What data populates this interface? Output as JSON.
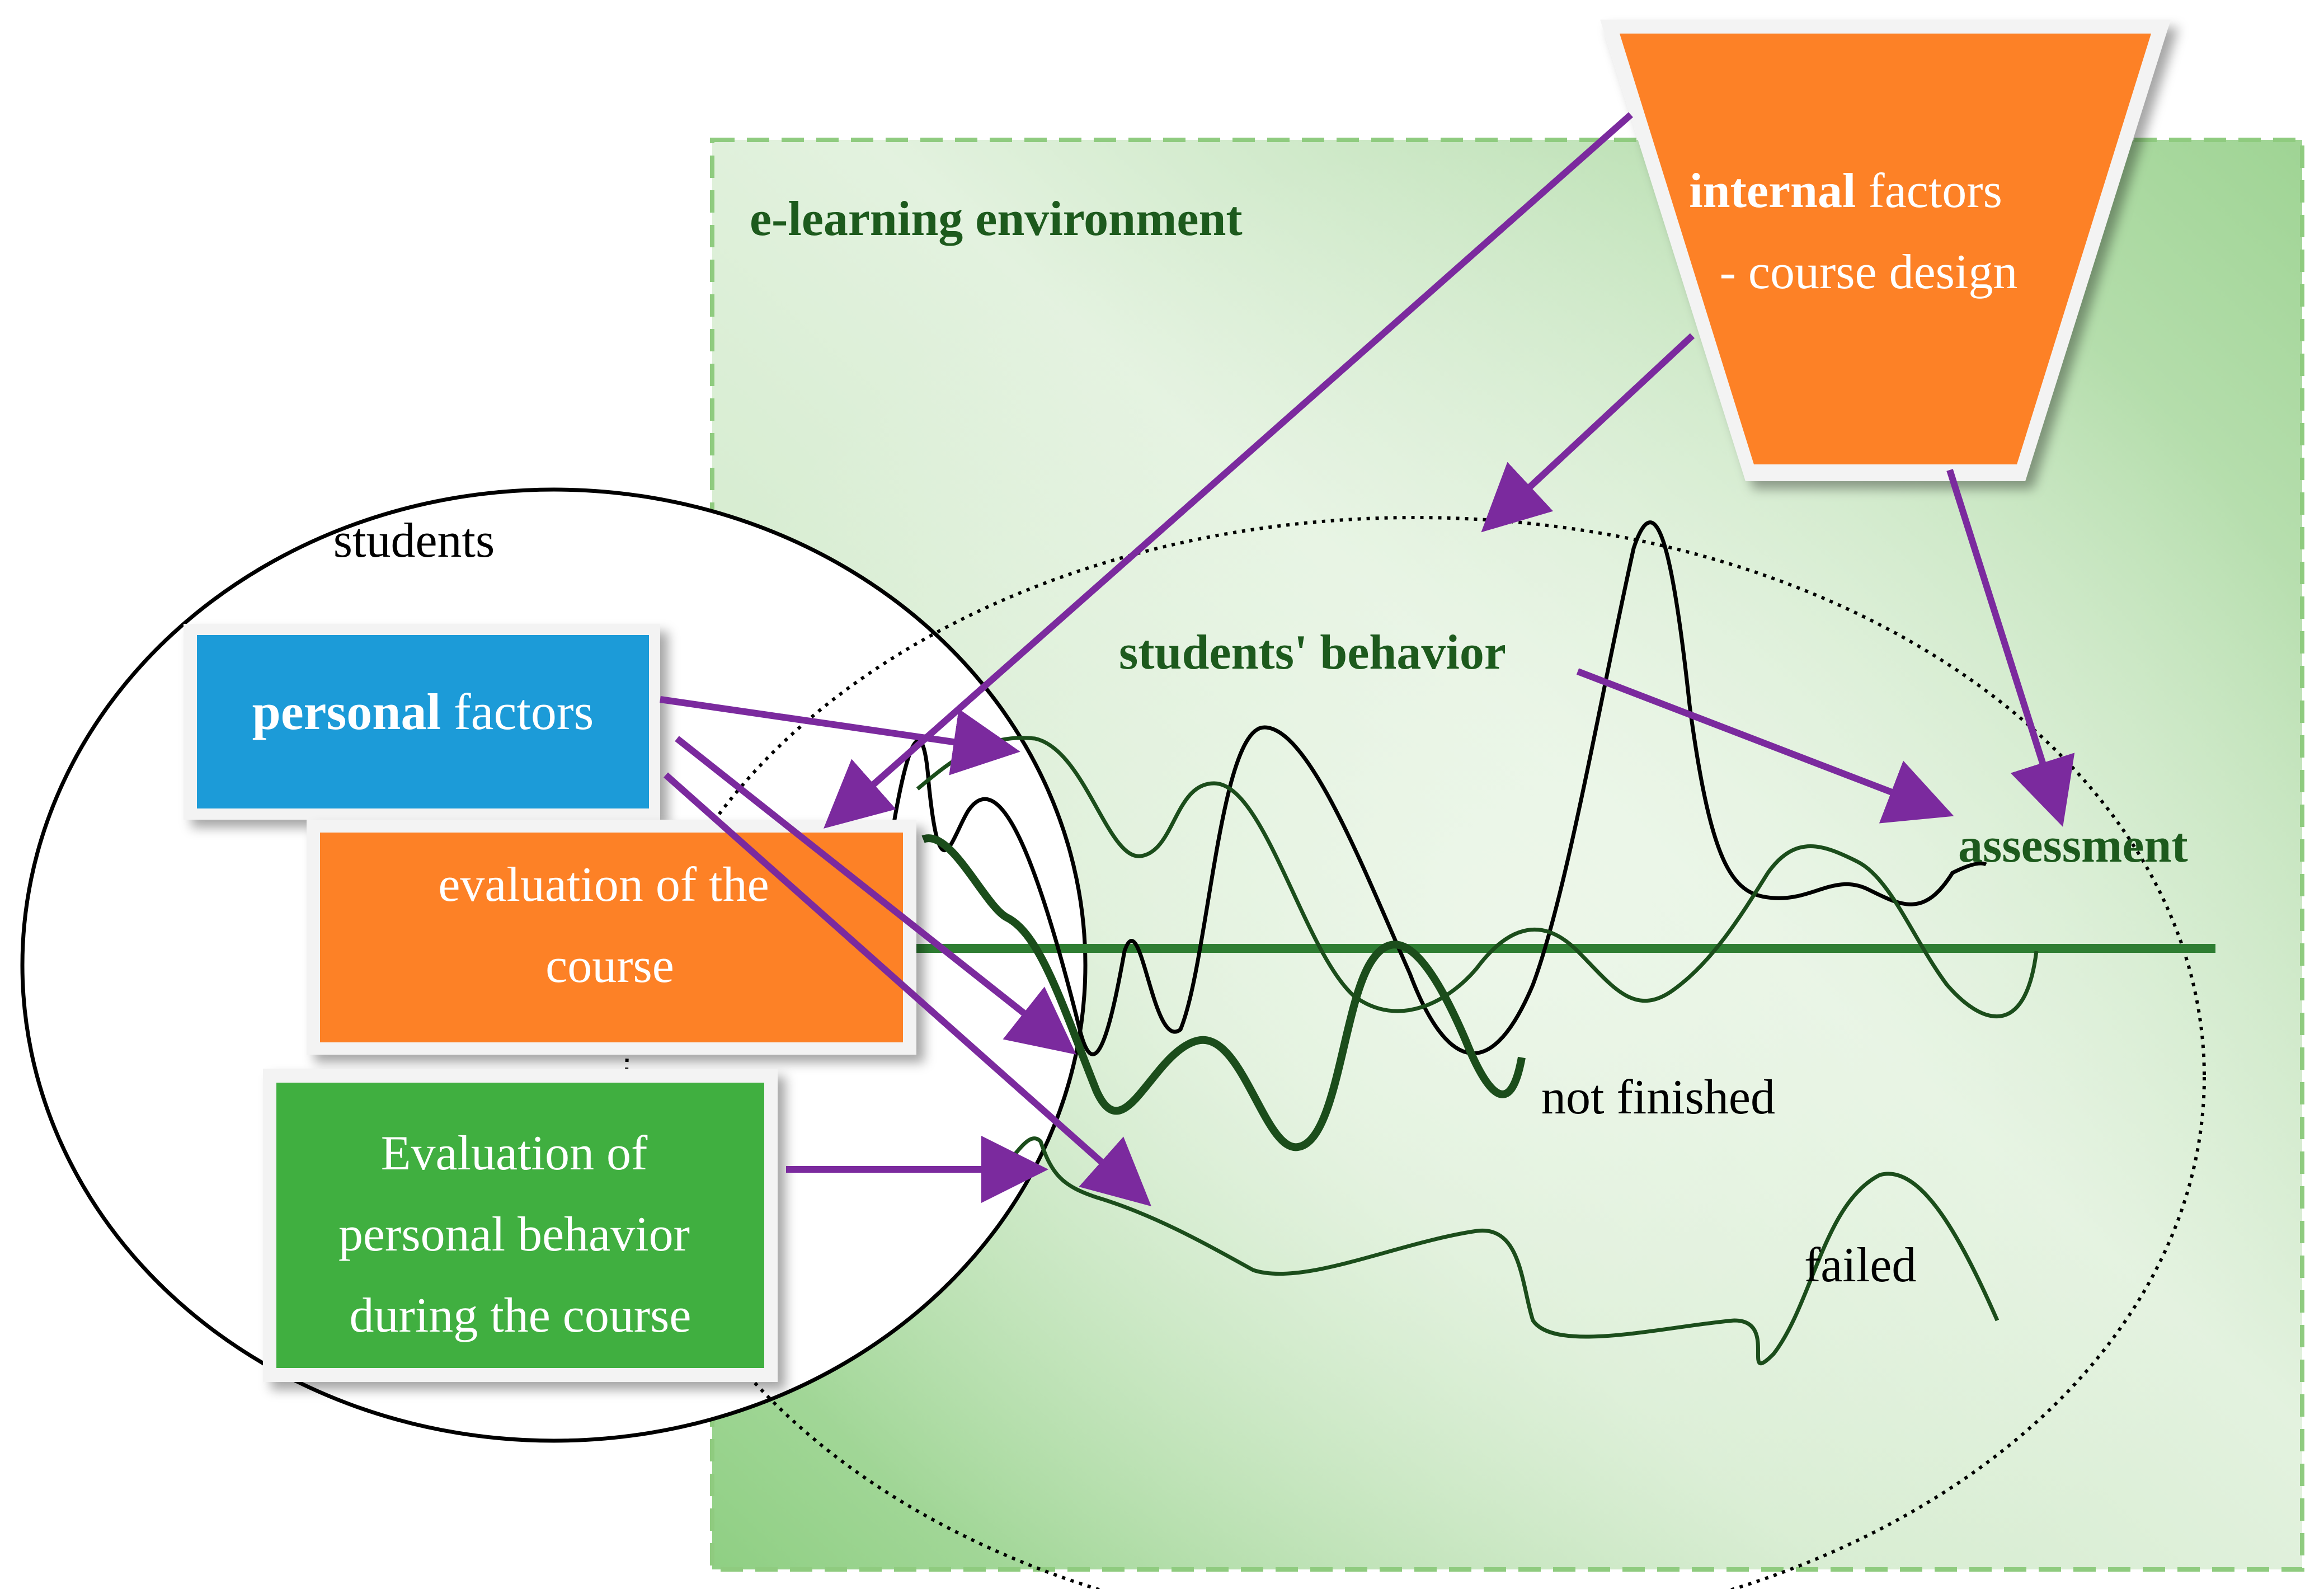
{
  "diagram": {
    "environment_label": "e-learning environment",
    "students_label": "students",
    "personal_factors": {
      "bold": "personal",
      "rest": " factors"
    },
    "evaluation_course": {
      "line1": "evaluation of the",
      "line2": "course"
    },
    "evaluation_behavior": {
      "line1": "Evaluation of",
      "line2": "personal behavior",
      "line3": "during the course"
    },
    "internal_factors": {
      "bold": "internal",
      "rest": " factors",
      "line2": "- course design"
    },
    "students_behavior_label": "students' behavior",
    "assessment_label": "assessment",
    "not_finished_label": "not finished",
    "failed_label": "failed"
  },
  "colors": {
    "environment_fill": "#a6d89a",
    "environment_dash": "#8fcb7f",
    "dark_green_text": "#1d5a1d",
    "blue_box": "#1e9bd8",
    "orange_box": "#fd8127",
    "green_box": "#3faf3f",
    "arrow_purple": "#7b2a9e",
    "baseline_green": "#2e7d32",
    "curve_dark": "#1b4d1b"
  }
}
